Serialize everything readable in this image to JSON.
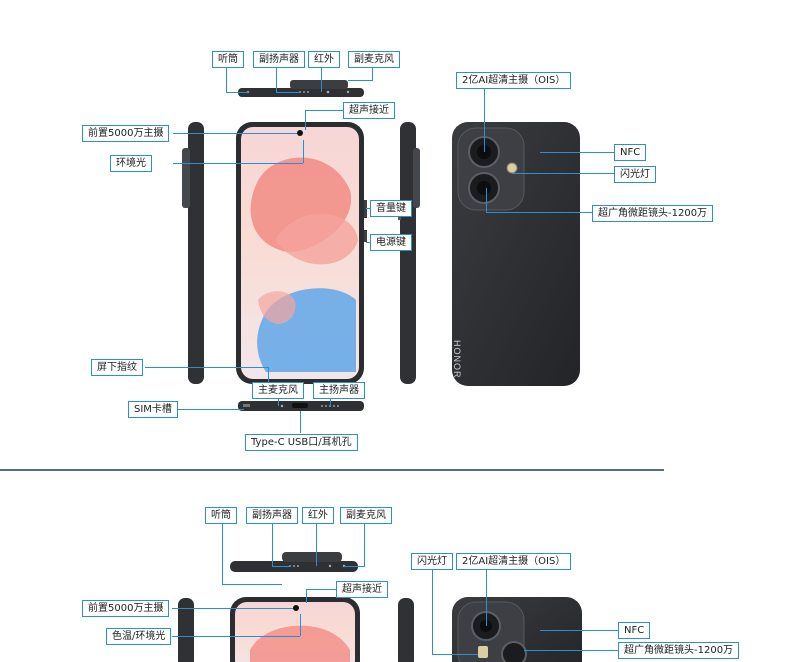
{
  "diagram1": {
    "top_labels": {
      "earpiece": "听筒",
      "secondary_speaker": "副扬声器",
      "infrared": "红外",
      "secondary_mic": "副麦克风"
    },
    "ultrasonic": "超声接近",
    "front_camera": "前置5000万主摄",
    "ambient_light": "环境光",
    "volume_key": "音量键",
    "power_key": "电源键",
    "fingerprint": "屏下指纹",
    "main_mic": "主麦克风",
    "main_speaker": "主扬声器",
    "sim_slot": "SIM卡槽",
    "usb_port": "Type-C USB口/耳机孔",
    "main_camera": "2亿AI超清主摄（OIS）",
    "nfc": "NFC",
    "flash": "闪光灯",
    "ultrawide": "超广角微距镜头-1200万",
    "brand": "HONOR"
  },
  "diagram2": {
    "top_labels": {
      "earpiece": "听筒",
      "secondary_speaker": "副扬声器",
      "infrared": "红外",
      "secondary_mic": "副麦克风"
    },
    "ultrasonic": "超声接近",
    "front_camera": "前置5000万主摄",
    "color_light": "色温/环境光",
    "flash": "闪光灯",
    "main_camera": "2亿AI超清主摄（OIS）",
    "nfc": "NFC",
    "ultrawide": "超广角微距镜头-1200万"
  },
  "colors": {
    "callout": "#2b8fd6",
    "phone_body": "#2d2f33",
    "separator": "#5b6b7d"
  }
}
